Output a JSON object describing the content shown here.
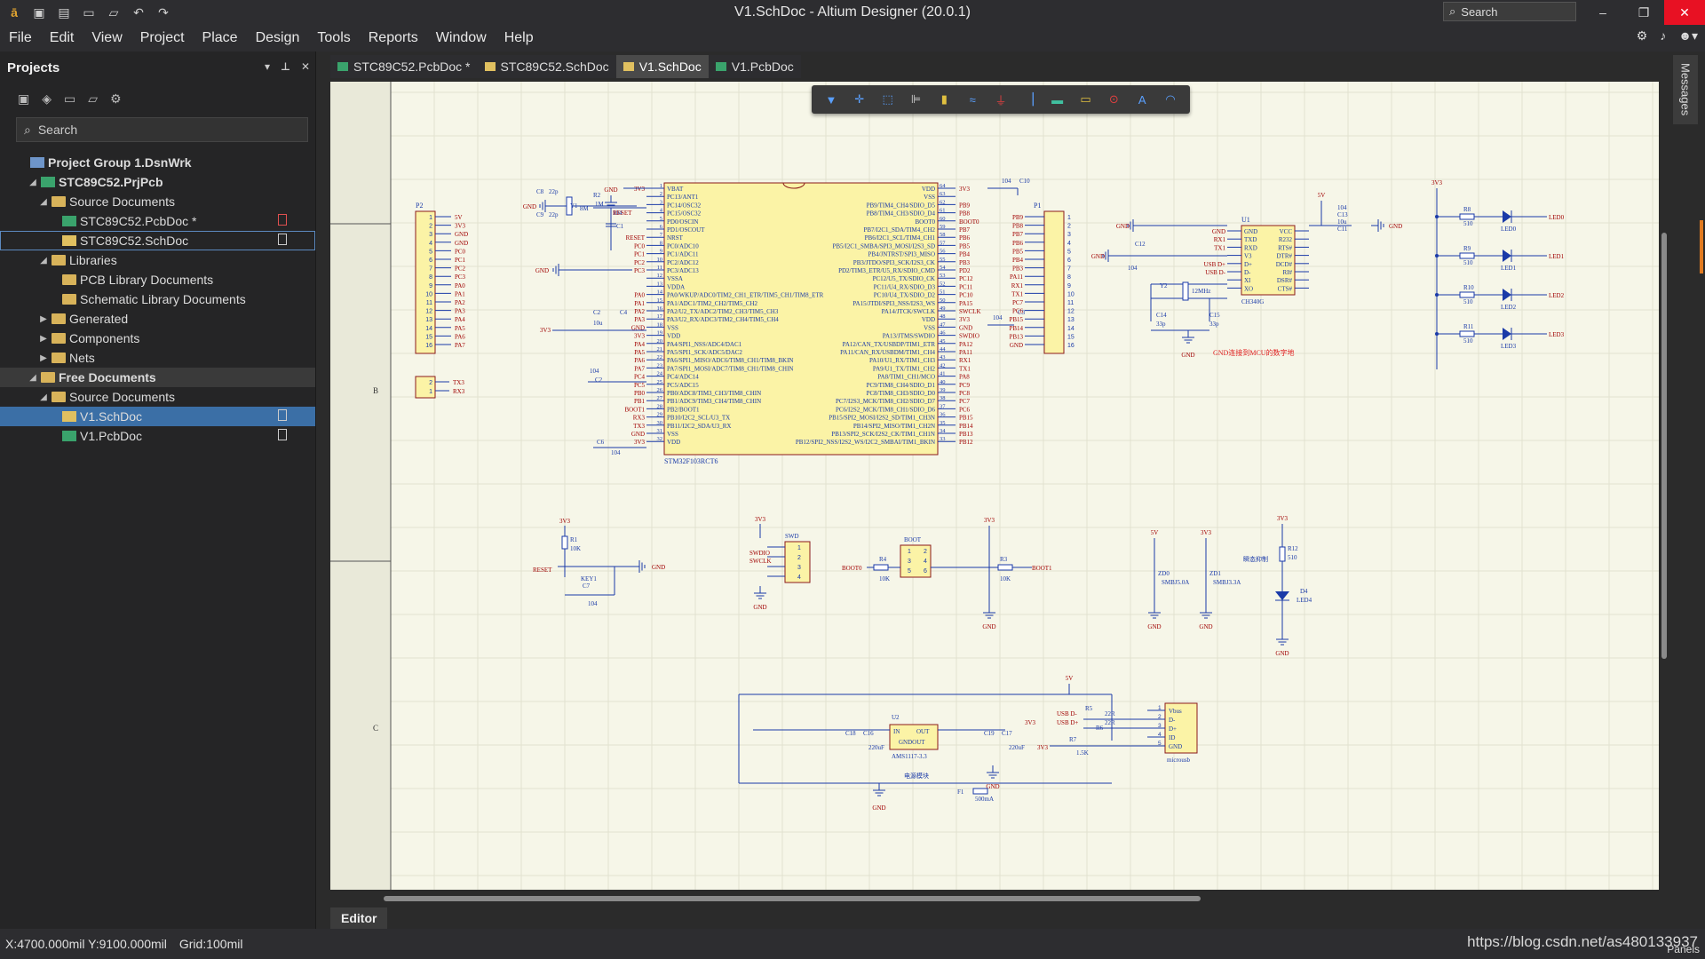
{
  "window": {
    "title": "V1.SchDoc - Altium Designer (20.0.1)",
    "search_placeholder": "Search",
    "min": "‒",
    "max": "❐",
    "close": "✕"
  },
  "menu": [
    "File",
    "Edit",
    "View",
    "Project",
    "Place",
    "Design",
    "Tools",
    "Reports",
    "Window",
    "Help"
  ],
  "projects_panel": {
    "title": "Projects",
    "search_placeholder": "Search",
    "tree": [
      {
        "label": "Project Group 1.DsnWrk",
        "level": 0,
        "icon": "group",
        "bold": true
      },
      {
        "label": "STC89C52.PrjPcb",
        "level": 1,
        "icon": "pcb",
        "bold": true
      },
      {
        "label": "Source Documents",
        "level": 2,
        "icon": "folder"
      },
      {
        "label": "STC89C52.PcbDoc *",
        "level": 3,
        "icon": "pcb"
      },
      {
        "label": "STC89C52.SchDoc",
        "level": 3,
        "icon": "sch"
      },
      {
        "label": "Libraries",
        "level": 2,
        "icon": "folder"
      },
      {
        "label": "PCB Library Documents",
        "level": 3,
        "icon": "folder"
      },
      {
        "label": "Schematic Library Documents",
        "level": 3,
        "icon": "folder"
      },
      {
        "label": "Generated",
        "level": 2,
        "icon": "folder"
      },
      {
        "label": "Components",
        "level": 2,
        "icon": "folder"
      },
      {
        "label": "Nets",
        "level": 2,
        "icon": "folder"
      },
      {
        "label": "Free Documents",
        "level": 1,
        "icon": "folder",
        "bold": true
      },
      {
        "label": "Source Documents",
        "level": 2,
        "icon": "folder"
      },
      {
        "label": "V1.SchDoc",
        "level": 3,
        "icon": "sch"
      },
      {
        "label": "V1.PcbDoc",
        "level": 3,
        "icon": "pcb"
      }
    ]
  },
  "tabs": [
    {
      "label": "STC89C52.PcbDoc *",
      "icon": "pcb"
    },
    {
      "label": "STC89C52.SchDoc",
      "icon": "sch"
    },
    {
      "label": "V1.SchDoc",
      "icon": "sch",
      "active": true
    },
    {
      "label": "V1.PcbDoc",
      "icon": "pcb"
    }
  ],
  "schematic": {
    "mcu_name": "STM32F103RCT6",
    "left_pins": [
      "VBAT",
      "PC13/ANT1",
      "PC14/OSC32",
      "PC15/OSC32",
      "PD0/OSCIN",
      "PD1/OSCOUT",
      "NRST",
      "PC0/ADC10",
      "PC1/ADC11",
      "PC2/ADC12",
      "PC3/ADC13",
      "VSSA",
      "VDDA",
      "PA0/WKUP/ADC0/TIM2_CH1_ETR/TIM5_CH1/TIM8_ETR",
      "PA1/ADC1/TIM2_CH2/TIM5_CH2",
      "PA2/U2_TX/ADC2/TIM2_CH3/TIM5_CH3",
      "PA3/U2_RX/ADC3/TIM2_CH4/TIM5_CH4",
      "VSS",
      "VDD",
      "PA4/SPI1_NSS/ADC4/DAC1",
      "PA5/SPI1_SCK/ADC5/DAC2",
      "PA6/SPI1_MISO/ADC6/TIM8_CH1/TIM8_BKIN",
      "PA7/SPI1_MOSI/ADC7/TIM8_CH1/TIM8_CHIN",
      "PC4/ADC14",
      "PC5/ADC15",
      "PB0/ADC8/TIM3_CH3/TIM8_CHIN",
      "PB1/ADC9/TIM3_CH4/TIM8_CHIN",
      "PB2/BOOT1",
      "PB10/I2C2_SCL/U3_TX",
      "PB11/I2C2_SDA/U3_RX",
      "VSS",
      "VDD"
    ],
    "right_pins": [
      "VDD",
      "VSS",
      "PB9/TIM4_CH4/SDIO_D5",
      "PB8/TIM4_CH3/SDIO_D4",
      "BOOT0",
      "PB7/I2C1_SDA/TIM4_CH2",
      "PB6/I2C1_SCL/TIM4_CH1",
      "PB5/I2C1_SMBA/SPI3_MOSI/I2S3_SD",
      "PB4/JNTRST/SPI3_MISO",
      "PB3/JTDO/SPI3_SCK/I2S3_CK",
      "PD2/TIM3_ETR/U5_RX/SDIO_CMD",
      "PC12/U5_TX/SDIO_CK",
      "PC11/U4_RX/SDIO_D3",
      "PC10/U4_TX/SDIO_D2",
      "PA15/JTDI/SPI3_NSS/I2S3_WS",
      "PA14/JTCK/SWCLK",
      "VDD",
      "VSS",
      "PA13/JTMS/SWDIO",
      "PA12/CAN_TX/USBDP/TIM1_ETR",
      "PA11/CAN_RX/USBDM/TIM1_CH4",
      "PA10/U1_RX/TIM1_CH3",
      "PA9/U1_TX/TIM1_CH2",
      "PA8/TIM1_CH1/MCO",
      "PC9/TIM8_CH4/SDIO_D1",
      "PC8/TIM8_CH3/SDIO_D0",
      "PC7/I2S3_MCK/TIM8_CH2/SDIO_D7",
      "PC6/I2S2_MCK/TIM8_CH1/SDIO_D6",
      "PB15/SPI2_MOSI/I2S2_SD/TIM1_CH3N",
      "PB14/SPI2_MISO/TIM1_CH2N",
      "PB13/SPI2_SCK/I2S2_CK/TIM1_CH1N",
      "PB12/SPI2_NSS/I2S2_WS/I2C2_SMBAI/TIM1_BKIN"
    ],
    "left_nets": [
      "3V3",
      "",
      "",
      "",
      "",
      "",
      "RESET",
      "PC0",
      "PC1",
      "PC2",
      "PC3",
      "",
      "",
      "PA0",
      "PA1",
      "PA2",
      "PA3",
      "GND",
      "3V3",
      "PA4",
      "PA5",
      "PA6",
      "PA7",
      "PC4",
      "PC5",
      "PB0",
      "PB1",
      "BOOT1",
      "RX3",
      "TX3",
      "GND",
      "3V3"
    ],
    "left_nums": [
      "1",
      "2",
      "3",
      "4",
      "5",
      "6",
      "7",
      "8",
      "9",
      "10",
      "11",
      "12",
      "13",
      "14",
      "15",
      "16",
      "17",
      "18",
      "19",
      "20",
      "21",
      "22",
      "23",
      "24",
      "25",
      "26",
      "27",
      "28",
      "29",
      "30",
      "31",
      "32"
    ],
    "right_nets": [
      "3V3",
      "",
      "PB9",
      "PB8",
      "BOOT0",
      "PB7",
      "PB6",
      "PB5",
      "PB4",
      "PB3",
      "PD2",
      "PC12",
      "PC11",
      "PC10",
      "PA15",
      "SWCLK",
      "3V3",
      "GND",
      "SWDIO",
      "PA12",
      "PA11",
      "RX1",
      "TX1",
      "PA8",
      "PC9",
      "PC8",
      "PC7",
      "PC6",
      "PB15",
      "PB14",
      "PB13",
      "PB12"
    ],
    "right_nums": [
      "64",
      "63",
      "62",
      "61",
      "60",
      "59",
      "58",
      "57",
      "56",
      "55",
      "54",
      "53",
      "52",
      "51",
      "50",
      "49",
      "48",
      "47",
      "46",
      "45",
      "44",
      "43",
      "42",
      "41",
      "40",
      "39",
      "38",
      "37",
      "36",
      "35",
      "34",
      "33"
    ],
    "p2": {
      "ref": "P2",
      "nets": [
        "5V",
        "3V3",
        "GND",
        "GND",
        "PC0",
        "PC1",
        "PC2",
        "PC3",
        "PA0",
        "PA1",
        "PA2",
        "PA3",
        "PA4",
        "PA5",
        "PA6",
        "PA7"
      ]
    },
    "p1": {
      "ref": "P1",
      "nets": [
        "PB9",
        "PB8",
        "PB7",
        "PB6",
        "PB5",
        "PB4",
        "PB3",
        "PA11",
        "RX1",
        "TX1",
        "PC7",
        "PC6",
        "PB15",
        "PB14",
        "PB13",
        "GND"
      ]
    },
    "p_small": {
      "nets": [
        "TX3",
        "RX3"
      ]
    },
    "labels": {
      "gnd": "GND",
      "v33": "3V3",
      "v5": "5V",
      "c1": "C1",
      "c1v": "104",
      "c8": "C8",
      "c8v": "22p",
      "c9": "C9",
      "c9v": "22p",
      "y1": "Y1",
      "r2": "R2",
      "r2v": "1M",
      "y1v": "8M",
      "c2": "C2",
      "c2v": "10u",
      "c4": "C4",
      "c3": "C3",
      "c104": "104",
      "c6": "C6",
      "c10": "C10",
      "reset": "RESET",
      "u1": "U1",
      "ch340": "CH340G",
      "ch_left": [
        "GND",
        "TXD",
        "RXD",
        "V3",
        "D+",
        "D-",
        "XI",
        "XO"
      ],
      "ch_right": [
        "VCC",
        "R232",
        "RTS#",
        "DTR#",
        "DCD#",
        "RI#",
        "DSR#",
        "CTS#"
      ],
      "ch_nets": [
        "GND",
        "RX1",
        "TX1",
        "",
        "USB D+",
        "USB D-"
      ],
      "c12": "C12",
      "c13": "C13",
      "c13v": "10u",
      "c11": "C11",
      "y2": "Y2",
      "y2v": "12MHz",
      "c14": "C14",
      "c14v": "33p",
      "c15": "C15",
      "c15v": "33p",
      "usb_note": "GND连接到MCU的数字地",
      "led_nets": [
        "LED0",
        "LED1",
        "LED2",
        "LED3"
      ],
      "led_refs": [
        "R8",
        "R9",
        "R10",
        "R11"
      ],
      "led_r": "510",
      "r1": "R1",
      "r1v": "10K",
      "key1": "KEY1",
      "c7": "C7",
      "c7v": "104",
      "swd": "SWD",
      "swdio": "SWDIO",
      "swclk": "SWCLK",
      "boot": "BOOT",
      "boot0": "BOOT0",
      "boot1": "BOOT1",
      "r4": "R4",
      "r4v": "10K",
      "r3": "R3",
      "r3v": "10K",
      "zd0": "ZD0",
      "zd0v": "SMBJ5.0A",
      "zd1": "ZD1",
      "zd1v": "SMBJ3.3A",
      "tvs_note": "瞬态抑制",
      "r12": "R12",
      "r12v": "510",
      "d4": "D4",
      "led4": "LED4",
      "u2": "U2",
      "ams": "AMS1117-3.3",
      "in": "IN",
      "out": "OUT",
      "gndout": "GNDOUT",
      "c18": "C18",
      "c16": "C16",
      "c16v": "220uF",
      "c19": "C19",
      "c17": "C17",
      "c17v": "220uF",
      "power_note": "电源模块",
      "f1": "F1",
      "f1v": "500mA",
      "usbd_m": "USB D-",
      "usbd_p": "USB D+",
      "r5": "R5",
      "r5v": "22R",
      "r6": "R6",
      "r6v": "22R",
      "r7": "R7",
      "r7v": "1.5K",
      "microusb": "microusb",
      "usb_pins": [
        "Vbus",
        "D-",
        "D+",
        "ID",
        "GND"
      ],
      "zone_b": "B",
      "zone_c": "C"
    }
  },
  "editor_tab": "Editor",
  "messages_tab": "Messages",
  "status": {
    "coords": "X:4700.000mil Y:9100.000mil",
    "grid": "Grid:100mil",
    "watermark": "https://blog.csdn.net/as480133937",
    "panels": "Panels"
  },
  "colors": {
    "sheet": "#f6f6e8",
    "wire": "#1a3aa8",
    "part_fill": "#fbf3a6",
    "part_stroke": "#8b1a1a",
    "net_label": "#a00000",
    "selection": "#3b6fa6",
    "close_red": "#e81123"
  }
}
